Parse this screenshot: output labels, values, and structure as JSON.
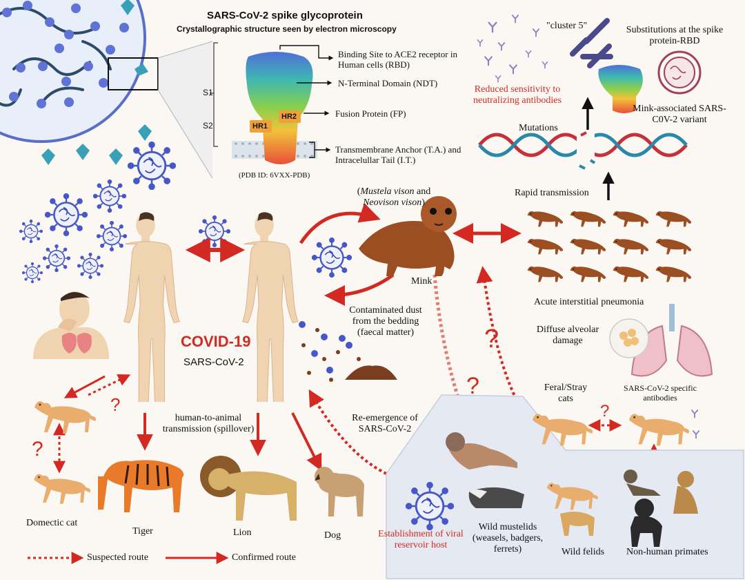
{
  "spike": {
    "title": "SARS-CoV-2 spike glycoprotein",
    "subtitle": "Crystallographic structure seen by electron microscopy",
    "s1": "S1",
    "s2": "S2",
    "hr1": "HR1",
    "hr2": "HR2",
    "rbd": "Binding Site to ACE2 receptor in Human cells (RBD)",
    "ndt": "N-Terminal Domain (NDT)",
    "fp": "Fusion Protein (FP)",
    "ta": "Transmembrane Anchor (T.A.) and Intracelullar Tail (I.T.)",
    "pdb": "(PDB ID: 6VXX-PDB)"
  },
  "variant": {
    "cluster": "\"cluster 5\"",
    "substitutions": "Substitutions at the spike protein-RBD",
    "reduced": "Reduced sensitivity to neutralizing antibodies",
    "mink_variant": "Mink-associated SARS-C0V-2 variant",
    "mutations": "Mutations",
    "rapid": "Rapid transmission"
  },
  "mink": {
    "species_1": "Mustela vison",
    "and": " and ",
    "species_2": "Neovison vison",
    "label": "Mink",
    "acute": "Acute interstitial pneumonia",
    "diffuse": "Diffuse alveolar damage"
  },
  "human": {
    "covid": "COVID-19",
    "sars": "SARS-CoV-2",
    "dust": "Contaminated dust from the bedding (faecal matter)",
    "spillover": "human-to-animal transmission (spillover)",
    "reemergence": "Re-emergence of SARS-CoV-2"
  },
  "animals": {
    "domestic_cat": "Domectic cat",
    "tiger": "Tiger",
    "lion": "Lion",
    "dog": "Dog",
    "feral": "Feral/Stray cats",
    "antibodies": "SARS-CoV-2 specific antibodies",
    "reservoir": "Establishment of viral reservoir host",
    "mustelids": "Wild mustelids (weasels, badgers, ferrets)",
    "felids": "Wild felids",
    "primates": "Non-human primates"
  },
  "legend": {
    "suspected": "Suspected route",
    "confirmed": "Confirmed route"
  },
  "question_mark": "?",
  "colors": {
    "accent_red": "#d22a22",
    "virus_blue": "#4658c8",
    "spike_teal": "#2a8aa4",
    "skin": "#f0d3b0",
    "mink_brown": "#9b4e22",
    "cat_orange": "#e9ad6e",
    "reservoir_bg": "#e4e9f2"
  }
}
